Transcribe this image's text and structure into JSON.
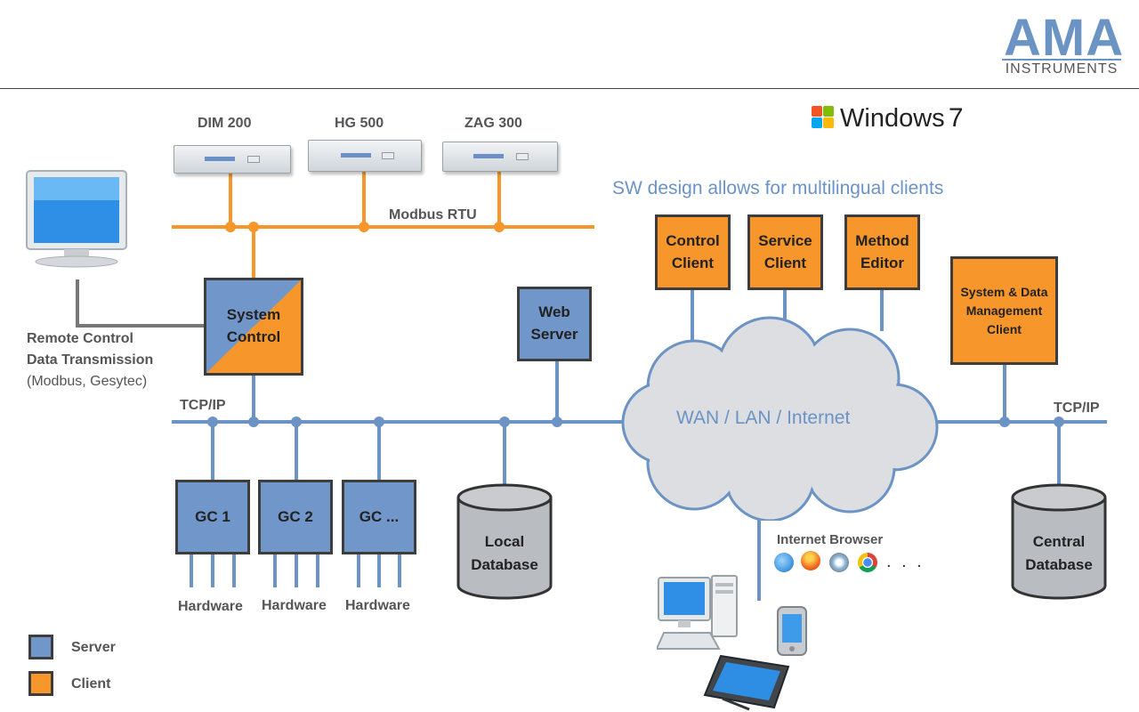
{
  "brand": {
    "logo_main": "AMA",
    "logo_sub": "INSTRUMENTS"
  },
  "os": {
    "label": "Windows",
    "version": "7"
  },
  "note": "SW design allows for multilingual clients",
  "devices": [
    {
      "label": "DIM 200"
    },
    {
      "label": "HG 500"
    },
    {
      "label": "ZAG 300"
    }
  ],
  "buses": {
    "modbus": "Modbus RTU",
    "tcp_left": "TCP/IP",
    "tcp_right": "TCP/IP"
  },
  "remote": {
    "line1": "Remote Control",
    "line2": "Data Transmission",
    "line3": "(Modbus, Gesytec)"
  },
  "system_control": {
    "line1": "System",
    "line2": "Control"
  },
  "web_server": {
    "line1": "Web",
    "line2": "Server"
  },
  "clients": {
    "control": {
      "line1": "Control",
      "line2": "Client"
    },
    "service": {
      "line1": "Service",
      "line2": "Client"
    },
    "method": {
      "line1": "Method",
      "line2": "Editor"
    },
    "sdm": {
      "line1": "System & Data",
      "line2": "Management",
      "line3": "Client"
    }
  },
  "gc": [
    "GC 1",
    "GC 2",
    "GC ..."
  ],
  "hardware_label": "Hardware",
  "local_db": {
    "line1": "Local",
    "line2": "Database"
  },
  "central_db": {
    "line1": "Central",
    "line2": "Database"
  },
  "cloud": "WAN / LAN / Internet",
  "browser": {
    "label": "Internet Browser",
    "more": ". . .",
    "icons": [
      "ie-icon",
      "firefox-icon",
      "safari-icon",
      "chrome-icon"
    ]
  },
  "legend": {
    "server": "Server",
    "client": "Client"
  },
  "colors": {
    "server": "#7196c9",
    "client": "#f7972b",
    "orange_line": "#f7972b",
    "blue_line": "#6b93c4",
    "cloud": "#dcdee1",
    "database": "#b9bcc0"
  }
}
